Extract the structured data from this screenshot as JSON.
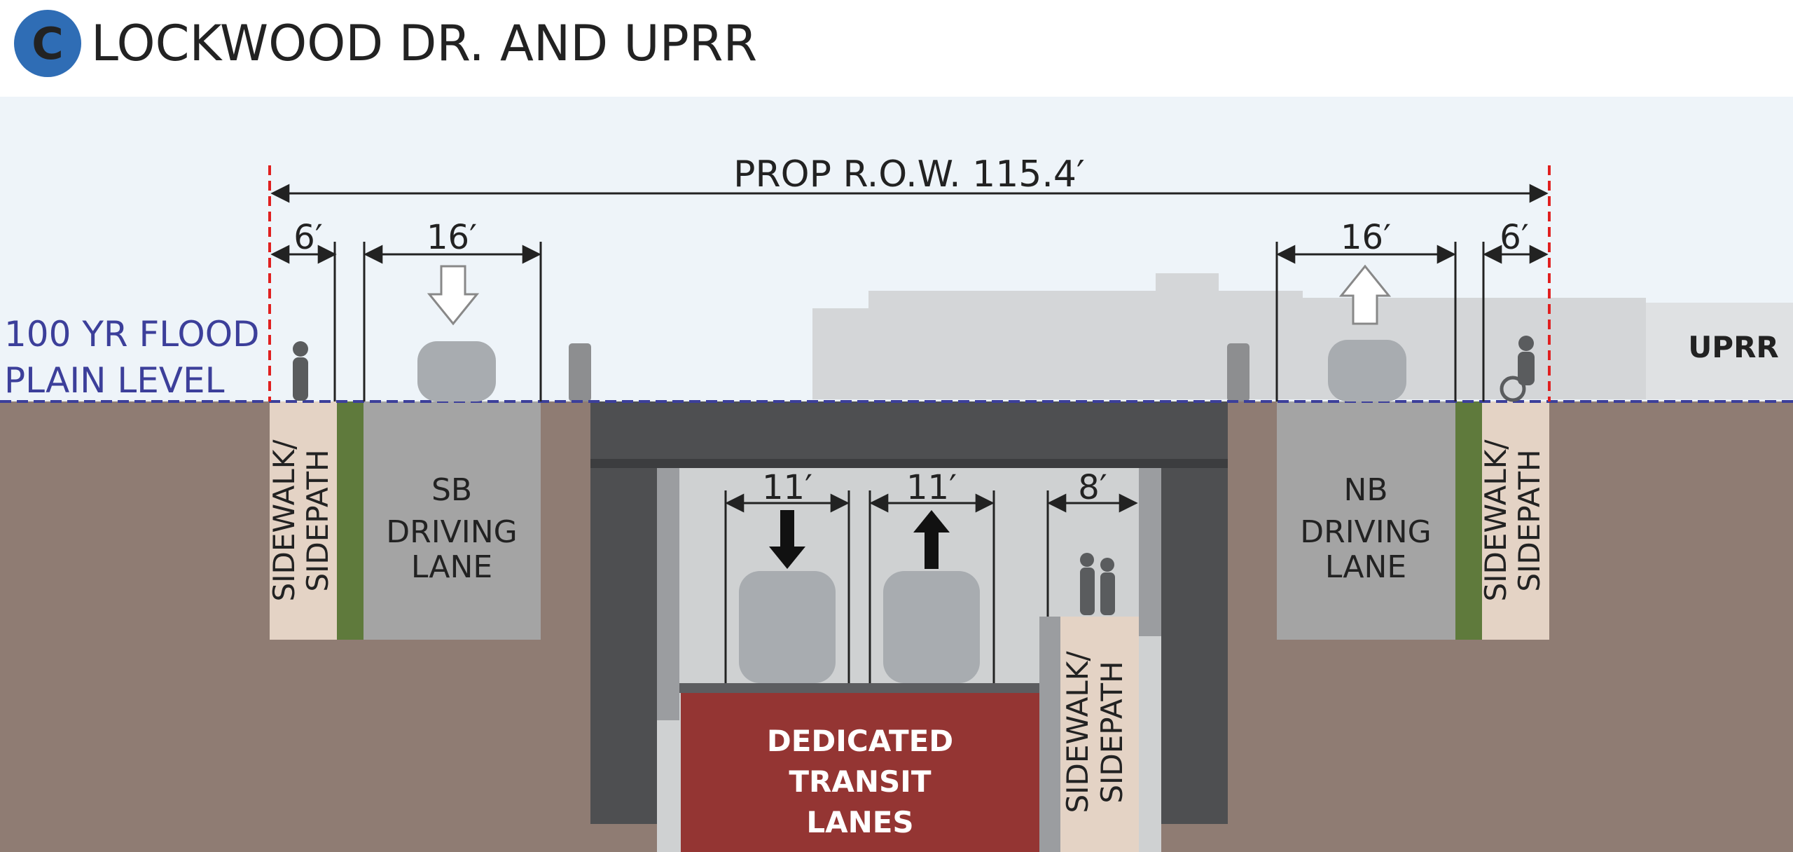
{
  "header": {
    "badge_letter": "C",
    "title": "LOCKWOOD DR. AND UPRR"
  },
  "dimensions": {
    "row_total": "PROP R.O.W. 115.4′",
    "sidewalk_left": "6′",
    "sb_lane": "16′",
    "nb_lane": "16′",
    "sidewalk_right": "6′",
    "transit_lane_1": "11′",
    "transit_lane_2": "11′",
    "lower_sidewalk": "8′"
  },
  "labels": {
    "flood_line_1": "100 YR FLOOD",
    "flood_line_2": "PLAIN LEVEL",
    "railroad": "UPRR",
    "sidewalk_left_1": "SIDEWALK/",
    "sidewalk_left_2": "SIDEPATH",
    "sidewalk_right_1": "SIDEWALK/",
    "sidewalk_right_2": "SIDEPATH",
    "sidewalk_lower_1": "SIDEWALK/",
    "sidewalk_lower_2": "SIDEPATH",
    "sb_lane": [
      "SB",
      "DRIVING",
      "LANE"
    ],
    "nb_lane": [
      "NB",
      "DRIVING",
      "LANE"
    ],
    "transit": [
      "DEDICATED",
      "TRANSIT",
      "LANES"
    ]
  },
  "colors": {
    "badge": "#2f6db5",
    "sky": "#eef4f9",
    "ground": "#8f7c73",
    "bridge": "#4e4f51",
    "lane_gray": "#a4a4a4",
    "sidewalk": "#e4d3c5",
    "grass": "#5f7a3c",
    "transit_red": "#943533",
    "flood_line": "#3c3f9a",
    "row_line": "#e02020"
  }
}
